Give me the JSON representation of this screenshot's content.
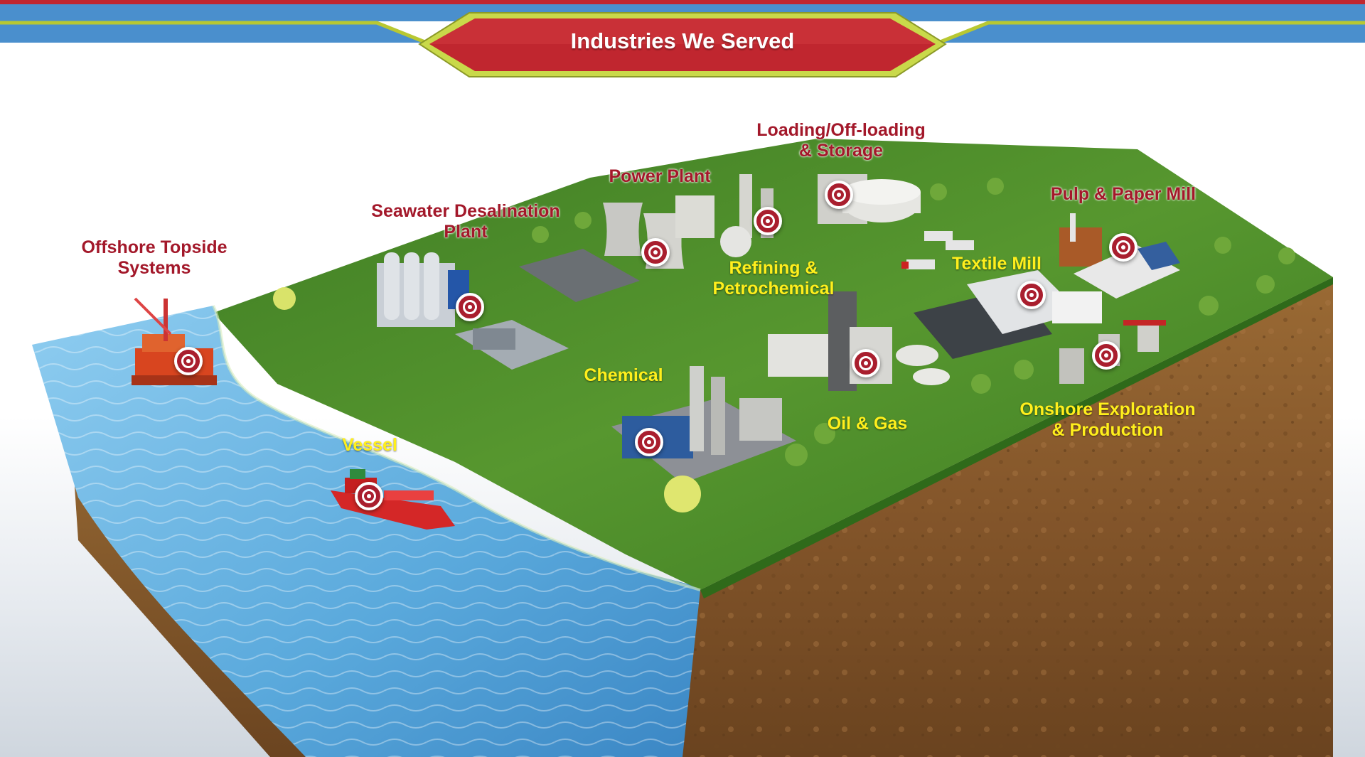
{
  "header": {
    "title": "Industries We Served"
  },
  "colors": {
    "banner_red": "#c0262f",
    "banner_border": "#b8c832",
    "top_bar_blue": "#4a8fcd",
    "label_red": "#a3182a",
    "label_yellow": "#ffef1c",
    "grass": "#4c8f2c",
    "soil": "#8b5a2b",
    "water": "#5fb0e0"
  },
  "industries": [
    {
      "id": "offshore",
      "label": "Offshore Topside\nSystems",
      "color": "red",
      "icon": "target-icon"
    },
    {
      "id": "vessel",
      "label": "Vessel",
      "color": "yellow",
      "icon": "target-icon"
    },
    {
      "id": "desalination",
      "label": "Seawater Desalination\nPlant",
      "color": "red",
      "icon": "target-icon"
    },
    {
      "id": "power",
      "label": "Power Plant",
      "color": "red",
      "icon": "target-icon"
    },
    {
      "id": "loading",
      "label": "Loading/Off-loading\n& Storage",
      "color": "red",
      "icon": "target-icon"
    },
    {
      "id": "refining",
      "label": "Refining &\nPetrochemical",
      "color": "yellow",
      "icon": "target-icon"
    },
    {
      "id": "chemical",
      "label": "Chemical",
      "color": "yellow",
      "icon": "target-icon"
    },
    {
      "id": "oilgas",
      "label": "Oil & Gas",
      "color": "yellow",
      "icon": "target-icon"
    },
    {
      "id": "textile",
      "label": "Textile Mill",
      "color": "yellow",
      "icon": "target-icon"
    },
    {
      "id": "pulp",
      "label": "Pulp & Paper Mill",
      "color": "red",
      "icon": "target-icon"
    },
    {
      "id": "onshore",
      "label": "Onshore Exploration\n& Production",
      "color": "yellow",
      "icon": "target-icon"
    }
  ]
}
